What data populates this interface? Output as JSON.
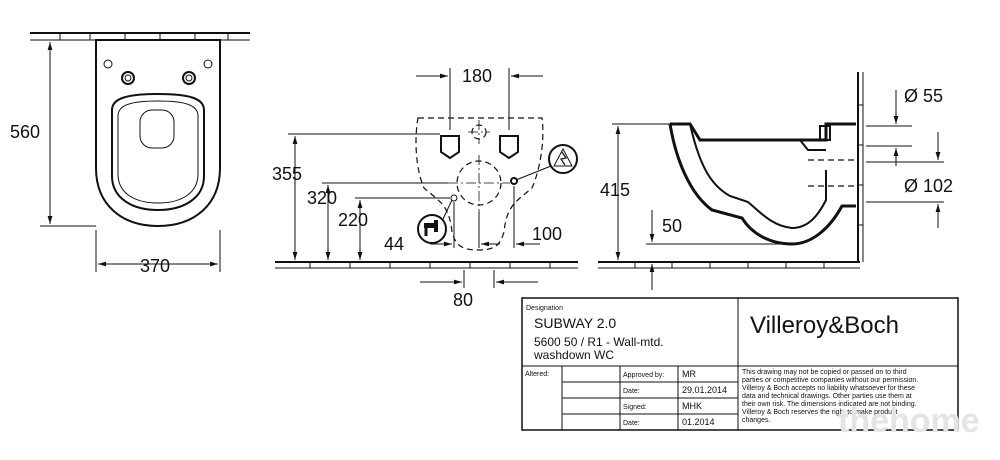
{
  "dimensions": {
    "front_height": "560",
    "front_width": "370",
    "fix_spacing": "180",
    "fix_height": "355",
    "outlet_height": "320",
    "water_height": "220",
    "water_offset": "44",
    "water_side": "100",
    "bottom_spacing": "80",
    "side_height": "415",
    "bowl_offset": "50",
    "inlet_diameter": "Ø 55",
    "outlet_diameter": "Ø 102"
  },
  "title_block": {
    "designation_label": "Designation",
    "product_name": "SUBWAY 2.0",
    "product_desc_1": "5600 50 / R1 - Wall-mtd.",
    "product_desc_2": "washdown WC",
    "brand": "Villeroy&Boch",
    "altered_label": "Altered:",
    "approved_label": "Approved by:",
    "approved_value": "MR",
    "date_label_1": "Date:",
    "date_value_1": "29.01.2014",
    "signed_label": "Signed:",
    "signed_value": "MHK",
    "date_label_2": "Date:",
    "date_value_2": "01.2014",
    "disclaimer": [
      "This drawing may not be copied or passed on to third",
      "parties or competitive companies without our permission.",
      "Villeroy & Boch accepts no liability whatsoever for these",
      "data and technical drawings. Other parties use them at",
      "their own risk. The dimensions indicated are not binding.",
      "Villeroy & Boch reserves the right to make product",
      "changes."
    ]
  },
  "watermark": "thehome"
}
